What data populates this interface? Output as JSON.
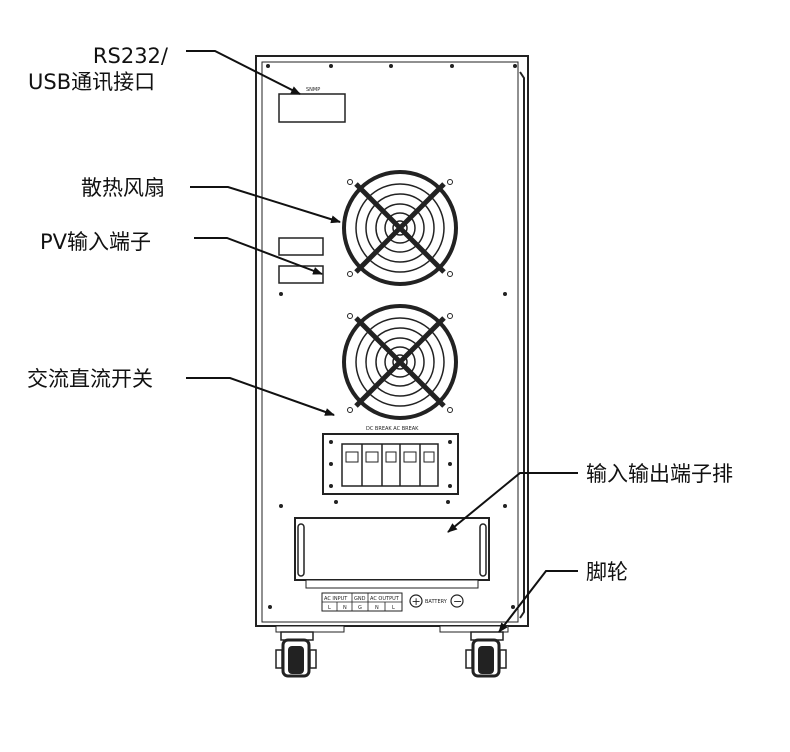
{
  "labels": {
    "rs232_line1": "RS232/",
    "rs232_line2": "USB通讯接口",
    "fan": "散热风扇",
    "pv": "PV输入端子",
    "switch": "交流直流开关",
    "terminal": "输入输出端子排",
    "wheel": "脚轮"
  },
  "panel_text": {
    "snmp": "SNMP",
    "breakers": "DC BREAK  AC BREAK",
    "ac_input": "AC INPUT",
    "gnd": "GND",
    "ac_output": "AC OUTPUT",
    "l1": "L",
    "n1": "N",
    "g": "G",
    "n2": "N",
    "l2": "L",
    "battery": "BATTERY",
    "plus": "+",
    "minus": "−"
  }
}
